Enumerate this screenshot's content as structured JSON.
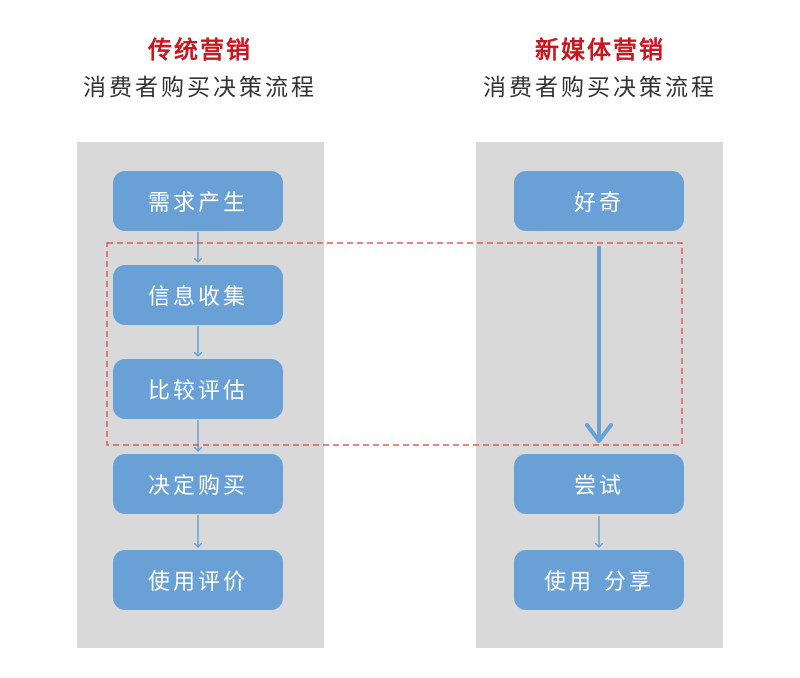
{
  "traditional": {
    "title": "传统营销",
    "subtitle": "消费者购买决策流程",
    "steps": [
      "需求产生",
      "信息收集",
      "比较评估",
      "决定购买",
      "使用评价"
    ]
  },
  "new_media": {
    "title": "新媒体营销",
    "subtitle": "消费者购买决策流程",
    "steps": [
      "好奇",
      "尝试",
      "使用 分享"
    ]
  },
  "colors": {
    "title_red": "#c8171e",
    "node_blue": "#69a1d6",
    "arrow_blue": "#69a1d6",
    "column_gray": "#d9d9d9",
    "dashed_red": "#e03c3c",
    "subtitle_text": "#333333"
  }
}
